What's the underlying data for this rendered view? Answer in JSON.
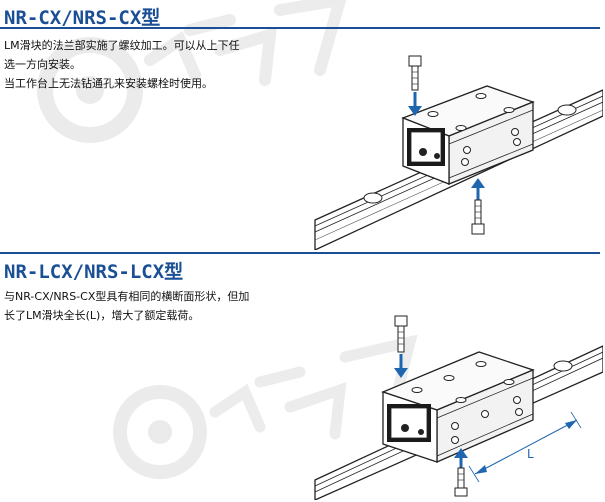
{
  "sections": [
    {
      "title": "NR-CX/NRS-CX型",
      "lines": [
        "LM滑块的法兰部实施了螺纹加工。可以从上下任",
        "选一方向安装。",
        "当工作台上无法钻通孔来安装螺栓时使用。"
      ]
    },
    {
      "title": "NR-LCX/NRS-LCX型",
      "lines": [
        "与NR-CX/NRS-CX型具有相同的横断面形状，但加",
        "长了LM滑块全长(L)，增大了额定载荷。"
      ],
      "dimension_label": "L"
    }
  ],
  "colors": {
    "title": "#1a4f96",
    "arrow": "#1f66b0",
    "watermark": "#e8e8e8"
  },
  "icons": [
    "bolt-icon",
    "arrow-down-icon",
    "arrow-up-icon"
  ]
}
